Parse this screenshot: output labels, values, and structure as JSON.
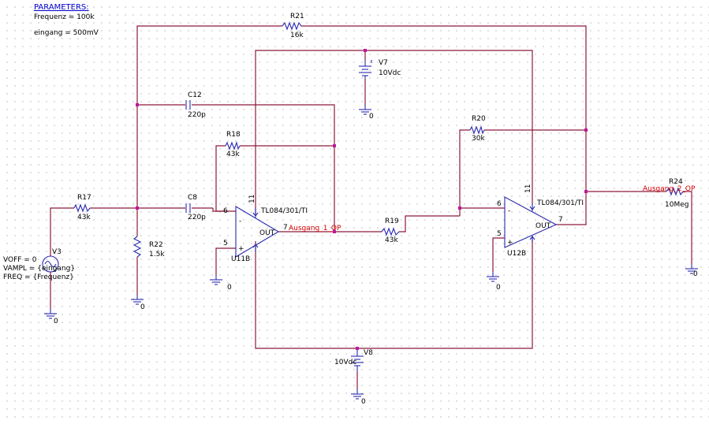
{
  "parameters": {
    "header": "PARAMETERS:",
    "frequenz": "Frequenz = 100k",
    "eingang": "eingang = 500mV"
  },
  "resistors": {
    "r21": {
      "name": "R21",
      "value": "16k"
    },
    "r18": {
      "name": "R18",
      "value": "43k"
    },
    "r17": {
      "name": "R17",
      "value": "43k"
    },
    "r22": {
      "name": "R22",
      "value": "1.5k"
    },
    "r19": {
      "name": "R19",
      "value": "43k"
    },
    "r20": {
      "name": "R20",
      "value": "30k"
    },
    "r24": {
      "name": "R24",
      "value": "10Meg"
    }
  },
  "capacitors": {
    "c12": {
      "name": "C12",
      "value": "220p"
    },
    "c8": {
      "name": "C8",
      "value": "220p"
    }
  },
  "sources": {
    "v7": {
      "name": "V7",
      "value": "10Vdc"
    },
    "v8": {
      "name": "V8",
      "value": "10Vdc"
    },
    "v3": {
      "name": "V3",
      "voff": "VOFF = 0",
      "vampl": "VAMPL = {eingang}",
      "freq": "FREQ = {Frequenz}"
    }
  },
  "opamps": {
    "u11b": {
      "name": "U11B",
      "part": "TL084/301/TI",
      "pin_inv": "6",
      "pin_noninv": "5",
      "pin_out": "7",
      "pin_vplus": "11",
      "out_label": "OUT",
      "minus": "-",
      "plus": "+"
    },
    "u12b": {
      "name": "U12B",
      "part": "TL084/301/TI",
      "pin_inv": "6",
      "pin_noninv": "5",
      "pin_out": "7",
      "pin_vplus": "11",
      "out_label": "OUT",
      "minus": "-",
      "plus": "+"
    }
  },
  "nets": {
    "ausgang1": "Ausgang_1_OP",
    "ausgang2": "Ausgang_2_OP"
  },
  "ground_label": "0"
}
